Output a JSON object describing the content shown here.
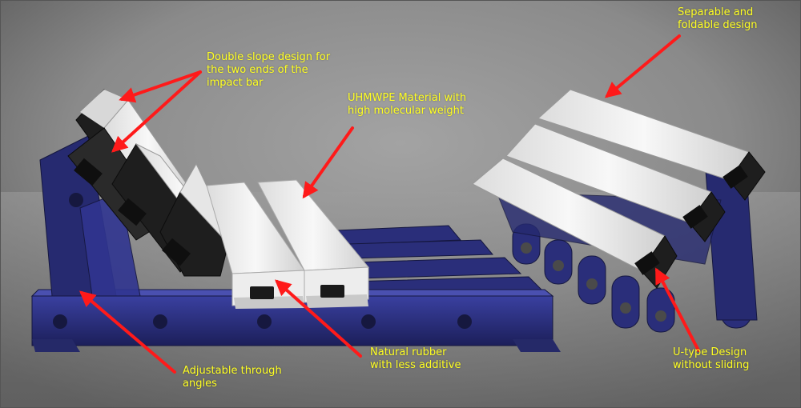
{
  "colors": {
    "label_text": "#ffff22",
    "arrow": "#ff1a1a",
    "frame_blue": "#2a2e7a",
    "uhmwpe_white": "#eeeeee",
    "rubber_black": "#1e1e1e",
    "background_gray": "#8a8a8a"
  },
  "labels": {
    "double_slope": [
      "Double slope design for",
      "the two ends of the",
      "impact bar"
    ],
    "uhmwpe": [
      "UHMWPE Material with",
      "high molecular weight"
    ],
    "separable": [
      "Separable and",
      "foldable design"
    ],
    "natural_rubber": [
      "Natural rubber",
      "with less additive"
    ],
    "adjustable": [
      "Adjustable through",
      "angles"
    ],
    "u_type": [
      "U-type Design",
      "without sliding"
    ]
  }
}
